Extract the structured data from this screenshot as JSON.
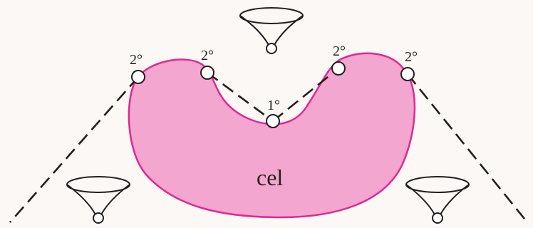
{
  "diagram": {
    "body_label": "cel",
    "primary_label": "1°",
    "secondary_labels": [
      "2°",
      "2°",
      "2°",
      "2°"
    ],
    "colors": {
      "background": "#fbf8f6",
      "body_fill": "#f3a6cf",
      "body_stroke": "#e0298f",
      "line": "#231f20",
      "node_fill": "#ffffff"
    },
    "icons": [
      "cone-icon",
      "cone-icon",
      "cone-icon"
    ]
  }
}
